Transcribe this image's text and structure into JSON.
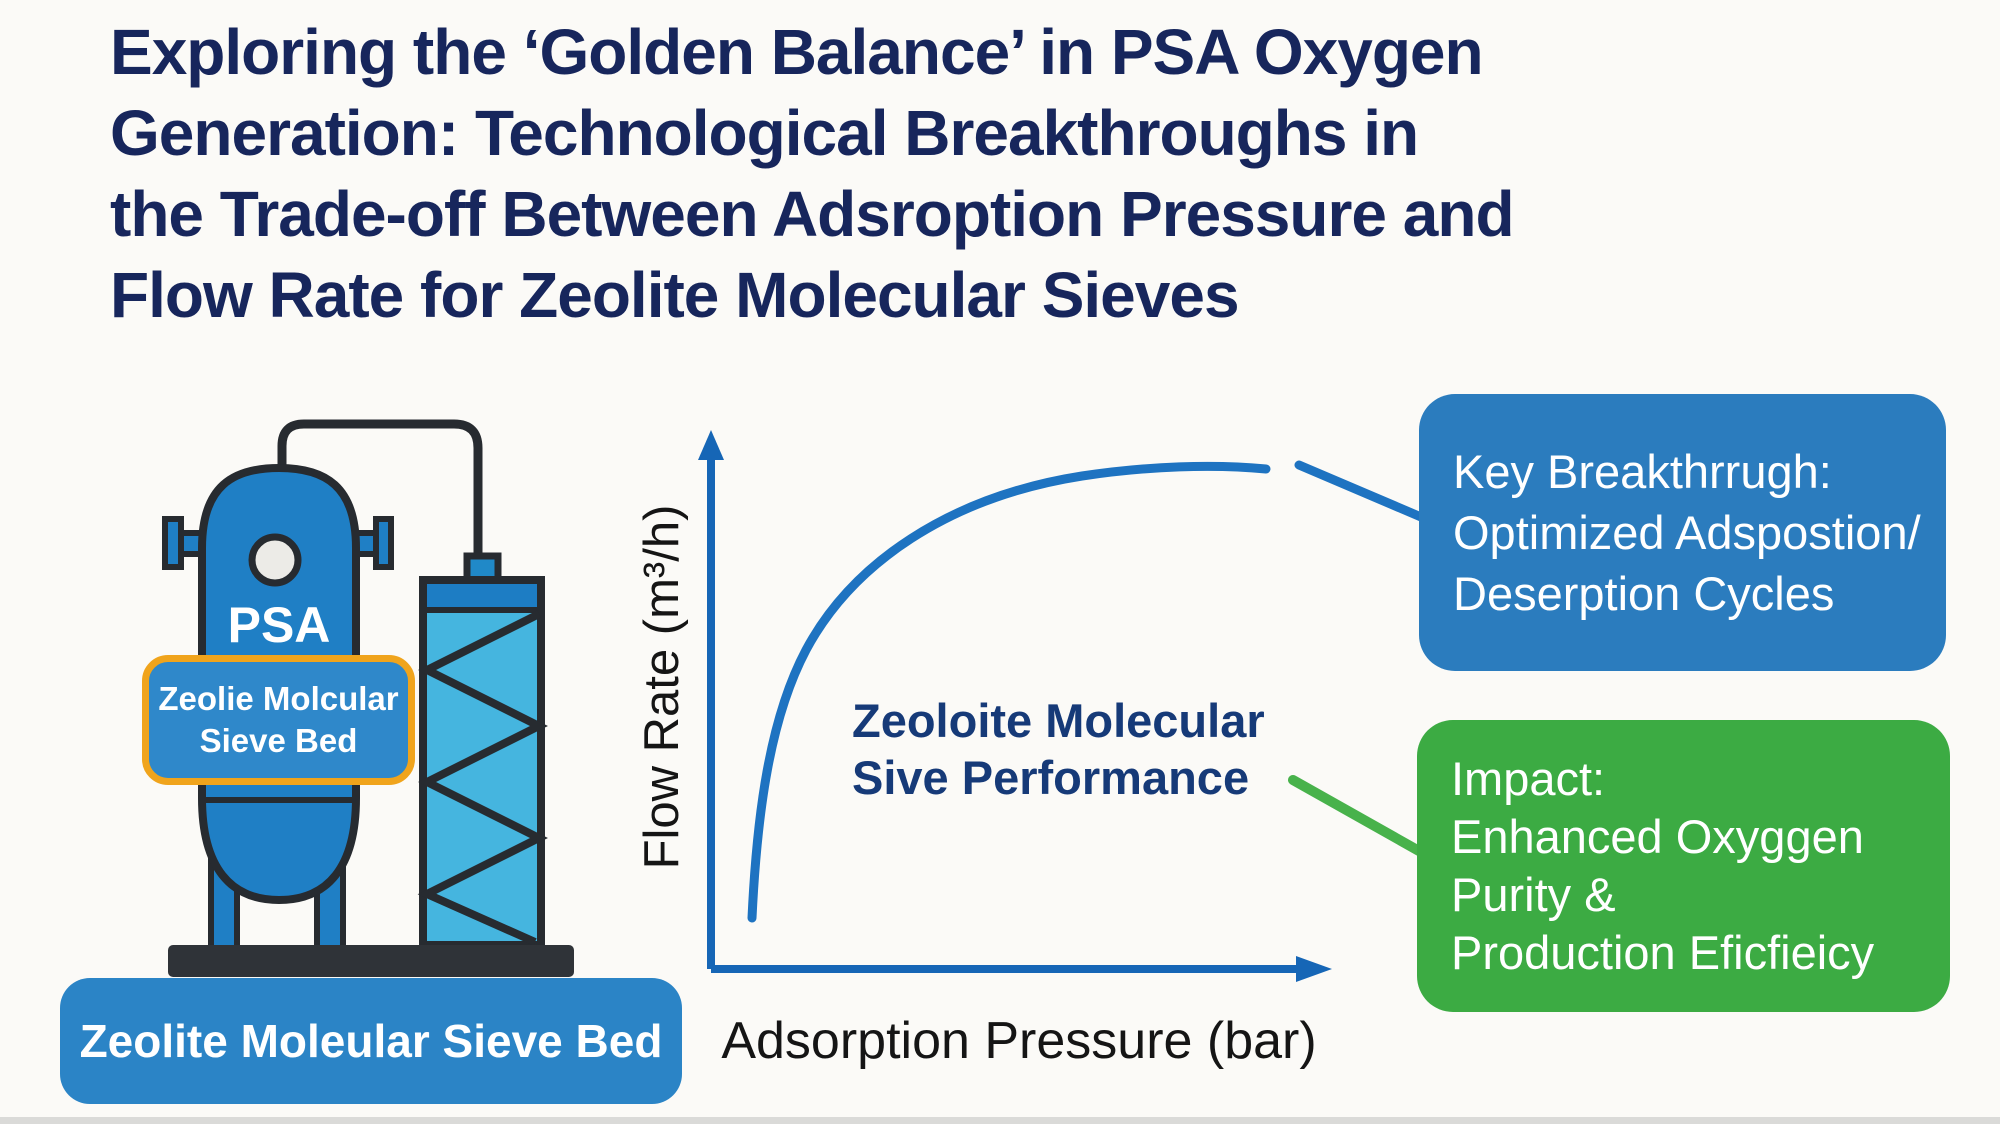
{
  "title": {
    "lines": [
      "Exploring the ‘Golden Balance’ in PSA Oxygen",
      "Generation: Technological Breakthroughs in",
      "the Trade-off Between Adsroption Pressure and",
      "Flow Rate for Zeolite Molecular Sieves"
    ],
    "color": "#17265c"
  },
  "machine": {
    "vessel_label": "PSA",
    "bed_tag_lines": [
      "Zeolie Molcular",
      "Sieve Bed"
    ],
    "caption": "Zeolite Moleular Sieve Bed",
    "vessel_color": "#1f7fc5",
    "column_color": "#45b5df",
    "tag_border_color": "#f0a41c",
    "caption_bg_color": "#2b84c6",
    "outline_color": "#272b30"
  },
  "chart_data": {
    "type": "line",
    "title": "",
    "xlabel": "Adsorption Pressure (bar)",
    "ylabel": "Flow Rate (m³/h)",
    "annotation_lines": [
      "Zeoloite Molecular",
      "Sive Performance"
    ],
    "legend_position": "none",
    "grid": false,
    "axis_ticks": "none (conceptual axes without numeric scale)",
    "axis_color": "#1666b6",
    "curve_color": "#1e73c1",
    "series": [
      {
        "name": "Zeolite Molecular Sieve Performance",
        "shape": "saturating growth (steep rise, then plateau)",
        "x_norm": [
          0.07,
          0.12,
          0.2,
          0.3,
          0.42,
          0.58,
          0.75,
          0.88
        ],
        "y_norm": [
          0.1,
          0.32,
          0.52,
          0.68,
          0.8,
          0.9,
          0.95,
          0.97
        ]
      }
    ]
  },
  "callouts": {
    "breakthrough": {
      "lines": [
        "Key Breakthrrugh:",
        "Optimized Adspostion/",
        "Deserption Cycles"
      ],
      "bg_color": "#2b7cbe",
      "connector_color": "#1e73c1"
    },
    "impact": {
      "lines": [
        "Impact:",
        "Enhanced Oxyggen",
        "Purity &",
        "Production Eficfieicy"
      ],
      "bg_color": "#3cab43",
      "connector_color": "#48b24b"
    }
  }
}
